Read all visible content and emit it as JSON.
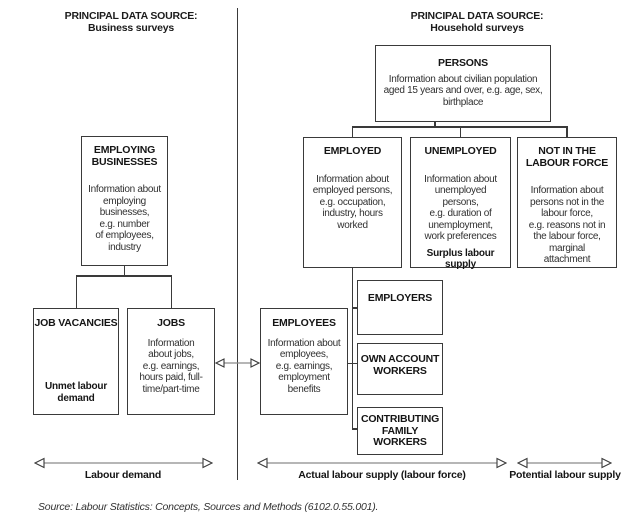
{
  "header_left": {
    "line1": "PRINCIPAL DATA SOURCE:",
    "line2": "Business surveys"
  },
  "header_right": {
    "line1": "PRINCIPAL DATA SOURCE:",
    "line2": "Household surveys"
  },
  "boxes": {
    "persons": {
      "title": "PERSONS",
      "body": "Information about civilian population\naged 15 years and over, e.g. age, sex,\nbirthplace"
    },
    "employed": {
      "title": "EMPLOYED",
      "body": "Information about\nemployed persons,\ne.g. occupation,\nindustry, hours\nworked"
    },
    "unemployed": {
      "title": "UNEMPLOYED",
      "body": "Information about\nunemployed\npersons,\ne.g. duration of\nunemployment,\nwork preferences",
      "note": "Surplus labour\nsupply"
    },
    "not_in_labour_force": {
      "title": "NOT IN THE\nLABOUR FORCE",
      "body": "Information about\npersons not in the\nlabour force,\ne.g. reasons not in\nthe labour force,\nmarginal\nattachment"
    },
    "employing_businesses": {
      "title": "EMPLOYING\nBUSINESSES",
      "body": "Information about\nemploying\nbusinesses,\ne.g. number\nof employees,\nindustry"
    },
    "job_vacancies": {
      "title": "JOB VACANCIES",
      "note": "Unmet labour\ndemand"
    },
    "jobs": {
      "title": "JOBS",
      "body": "Information\nabout jobs,\ne.g. earnings,\nhours paid, full-\ntime/part-time"
    },
    "employees": {
      "title": "EMPLOYEES",
      "body": "Information about\nemployees,\ne.g. earnings,\nemployment\nbenefits"
    },
    "employers": {
      "title": "EMPLOYERS"
    },
    "own_account_workers": {
      "title": "OWN ACCOUNT\nWORKERS"
    },
    "contributing_family_workers": {
      "title": "CONTRIBUTING\nFAMILY\nWORKERS"
    }
  },
  "axis_labels": {
    "labour_demand": "Labour demand",
    "actual_labour_supply": "Actual labour supply (labour force)",
    "potential_labour_supply": "Potential labour supply"
  },
  "source": "Source: Labour Statistics: Concepts, Sources and Methods (6102.0.55.001).",
  "colors": {
    "line": "#3a3a3a",
    "arrow_shaft": "#8a8a8a",
    "text": "#2e2e2e",
    "background": "#ffffff"
  }
}
